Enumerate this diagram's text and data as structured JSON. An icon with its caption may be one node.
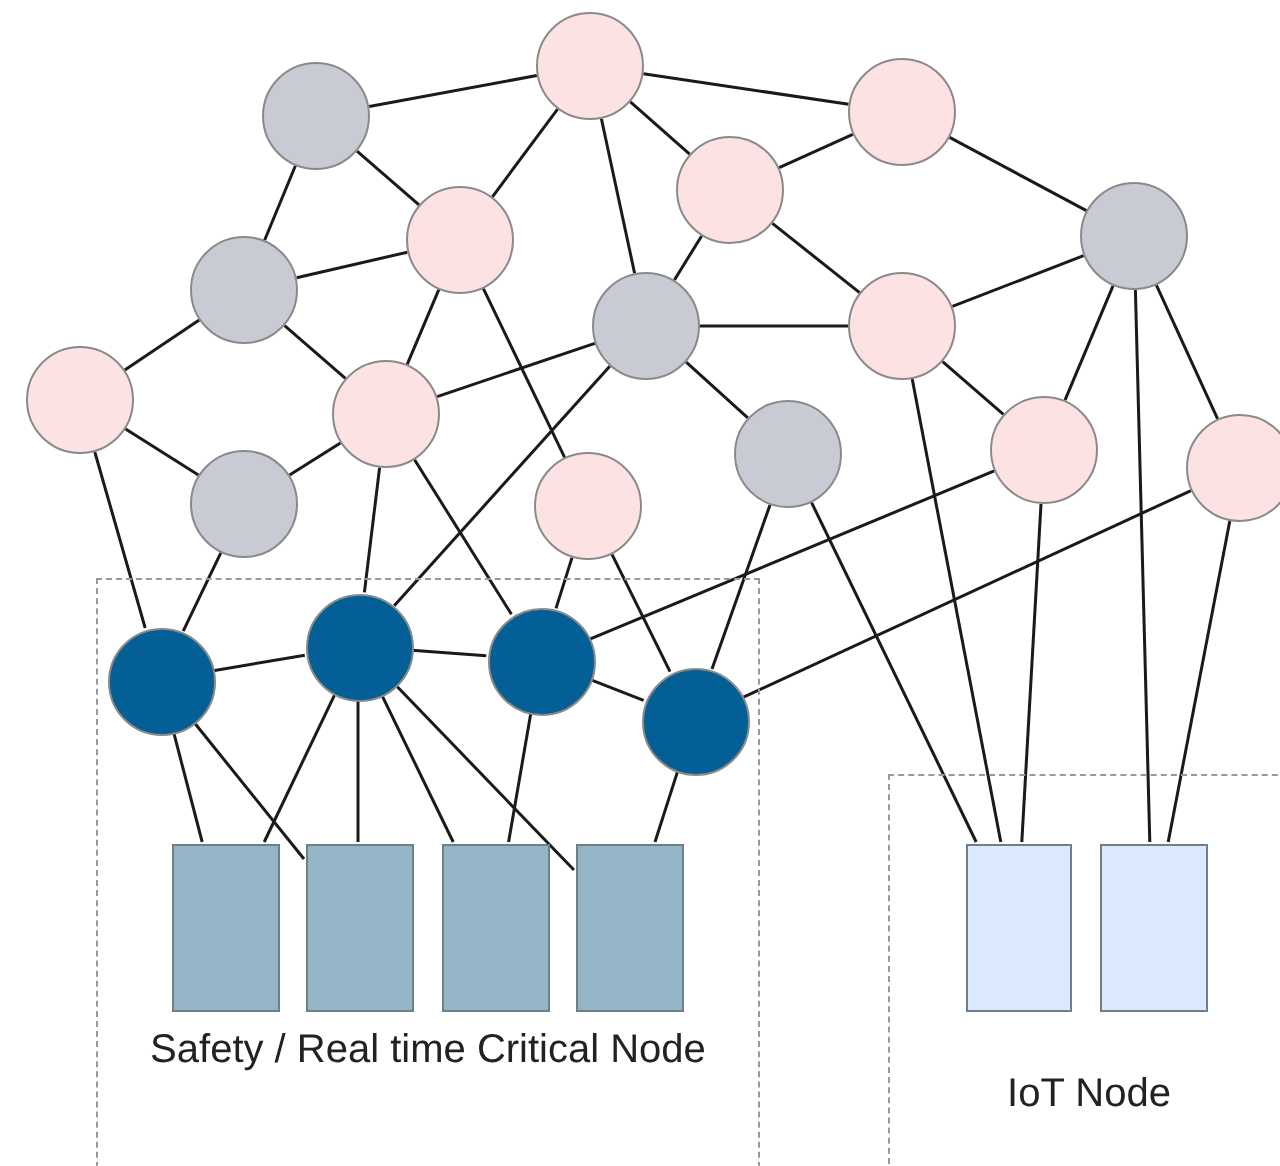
{
  "diagram": {
    "nodes": [
      {
        "text": [],
        "shape": "circle"
      },
      {
        "text": [],
        "shape": "circle"
      },
      {
        "text": [],
        "shape": "circle"
      },
      {
        "text": [],
        "shape": "circle"
      },
      {
        "text": [],
        "shape": "circle"
      },
      {
        "text": [],
        "shape": "circle"
      },
      {
        "text": [],
        "shape": "circle"
      },
      {
        "text": [],
        "shape": "circle"
      },
      {
        "text": [],
        "shape": "circle"
      },
      {
        "text": [],
        "shape": "circle"
      },
      {
        "text": [],
        "shape": "circle"
      },
      {
        "text": [],
        "shape": "circle"
      },
      {
        "text": [],
        "shape": "circle"
      },
      {
        "text": [],
        "shape": "circle"
      },
      {
        "text": [],
        "shape": "circle"
      },
      {
        "text": [],
        "shape": "circle"
      },
      {
        "text": [
          "Safety / Real time Critical Node"
        ]
      },
      {
        "text": [],
        "shape": "circle",
        "in": 16
      },
      {
        "text": [],
        "shape": "circle",
        "in": 16
      },
      {
        "text": [],
        "shape": "circle",
        "in": 16
      },
      {
        "text": [],
        "shape": "circle",
        "in": 16
      },
      {
        "text": [],
        "shape": "box",
        "in": 16
      },
      {
        "text": [],
        "shape": "box",
        "in": 16
      },
      {
        "text": [],
        "shape": "box",
        "in": 16
      },
      {
        "text": [],
        "shape": "box",
        "in": 16
      },
      {
        "text": [
          "IoT Node"
        ]
      },
      {
        "text": [],
        "shape": "box",
        "in": 25
      },
      {
        "text": [],
        "shape": "box",
        "in": 25
      }
    ],
    "edges": [
      {
        "from": 0,
        "to": 1,
        "arrow": "none"
      },
      {
        "from": 0,
        "to": 5,
        "arrow": "none"
      },
      {
        "from": 0,
        "to": 6,
        "arrow": "none"
      },
      {
        "from": 1,
        "to": 5,
        "arrow": "none"
      },
      {
        "from": 1,
        "to": 3,
        "arrow": "none"
      },
      {
        "from": 1,
        "to": 7,
        "arrow": "none"
      },
      {
        "from": 1,
        "to": 2,
        "arrow": "none"
      },
      {
        "from": 2,
        "to": 3,
        "arrow": "none"
      },
      {
        "from": 2,
        "to": 4,
        "arrow": "none"
      },
      {
        "from": 3,
        "to": 7,
        "arrow": "none"
      },
      {
        "from": 3,
        "to": 8,
        "arrow": "none"
      },
      {
        "from": 4,
        "to": 8,
        "arrow": "none"
      },
      {
        "from": 4,
        "to": 12,
        "arrow": "none"
      },
      {
        "from": 4,
        "to": 13,
        "arrow": "none"
      },
      {
        "from": 4,
        "to": 27,
        "arrow": "none"
      },
      {
        "from": 6,
        "to": 5,
        "arrow": "none"
      },
      {
        "from": 6,
        "to": 9,
        "arrow": "none"
      },
      {
        "from": 6,
        "to": 10,
        "arrow": "none"
      },
      {
        "from": 5,
        "to": 10,
        "arrow": "none"
      },
      {
        "from": 5,
        "to": 15,
        "arrow": "none"
      },
      {
        "from": 7,
        "to": 8,
        "arrow": "none"
      },
      {
        "from": 7,
        "to": 11,
        "arrow": "none"
      },
      {
        "from": 7,
        "to": 10,
        "arrow": "none"
      },
      {
        "from": 7,
        "to": 18,
        "arrow": "none"
      },
      {
        "from": 8,
        "to": 12,
        "arrow": "none"
      },
      {
        "from": 8,
        "to": 26,
        "arrow": "none"
      },
      {
        "from": 9,
        "to": 17,
        "arrow": "none"
      },
      {
        "from": 9,
        "to": 14,
        "arrow": "none"
      },
      {
        "from": 14,
        "to": 10,
        "arrow": "none"
      },
      {
        "from": 14,
        "to": 17,
        "arrow": "none"
      },
      {
        "from": 10,
        "to": 18,
        "arrow": "none"
      },
      {
        "from": 10,
        "to": 19,
        "arrow": "none"
      },
      {
        "from": 15,
        "to": 19,
        "arrow": "none"
      },
      {
        "from": 15,
        "to": 20,
        "arrow": "none"
      },
      {
        "from": 11,
        "to": 20,
        "arrow": "none"
      },
      {
        "from": 11,
        "to": 26,
        "arrow": "none"
      },
      {
        "from": 12,
        "to": 26,
        "arrow": "none"
      },
      {
        "from": 12,
        "to": 19,
        "arrow": "none"
      },
      {
        "from": 13,
        "to": 20,
        "arrow": "none"
      },
      {
        "from": 13,
        "to": 27,
        "arrow": "none"
      },
      {
        "from": 17,
        "to": 18,
        "arrow": "none"
      },
      {
        "from": 18,
        "to": 19,
        "arrow": "none"
      },
      {
        "from": 19,
        "to": 20,
        "arrow": "none"
      },
      {
        "from": 17,
        "to": 21,
        "arrow": "none"
      },
      {
        "from": 17,
        "to": 22,
        "arrow": "none"
      },
      {
        "from": 18,
        "to": 21,
        "arrow": "none"
      },
      {
        "from": 18,
        "to": 22,
        "arrow": "none"
      },
      {
        "from": 18,
        "to": 23,
        "arrow": "none"
      },
      {
        "from": 18,
        "to": 24,
        "arrow": "none"
      },
      {
        "from": 19,
        "to": 23,
        "arrow": "none"
      },
      {
        "from": 20,
        "to": 24,
        "arrow": "none"
      }
    ]
  }
}
